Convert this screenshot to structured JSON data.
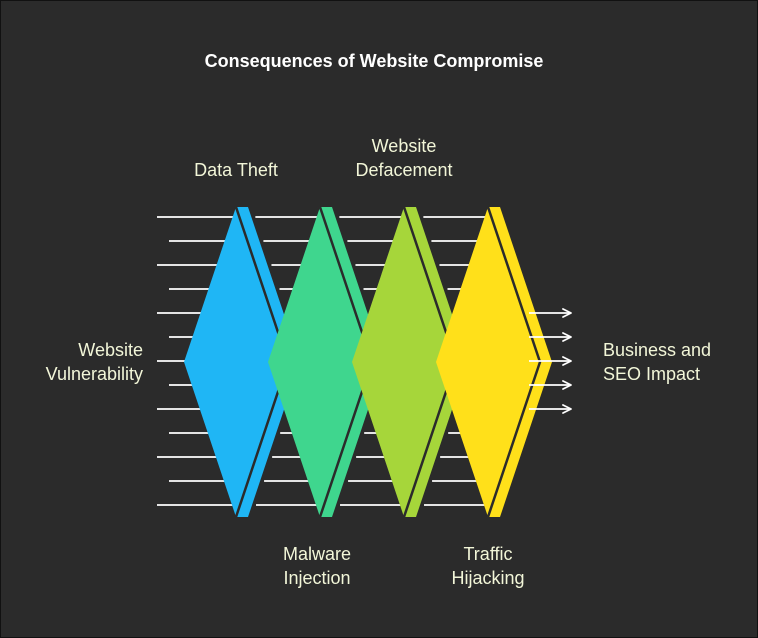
{
  "title": "Consequences of Website Compromise",
  "input_label": [
    "Website",
    "Vulnerability"
  ],
  "output_label": [
    "Business and",
    "SEO Impact"
  ],
  "stages": [
    {
      "name": "Data Theft",
      "label_lines": [
        "Data Theft"
      ],
      "position": "top",
      "color": "#1fb6f5"
    },
    {
      "name": "Malware Injection",
      "label_lines": [
        "Malware",
        "Injection"
      ],
      "position": "bottom",
      "color": "#3fd68e"
    },
    {
      "name": "Website Defacement",
      "label_lines": [
        "Website",
        "Defacement"
      ],
      "position": "top",
      "color": "#a6d63a"
    },
    {
      "name": "Traffic Hijacking",
      "label_lines": [
        "Traffic",
        "Hijacking"
      ],
      "position": "bottom",
      "color": "#ffe01a"
    }
  ],
  "colors": {
    "background": "#2b2b2b",
    "label_text": "#f2f6d8",
    "arrows": "#ffffff"
  }
}
